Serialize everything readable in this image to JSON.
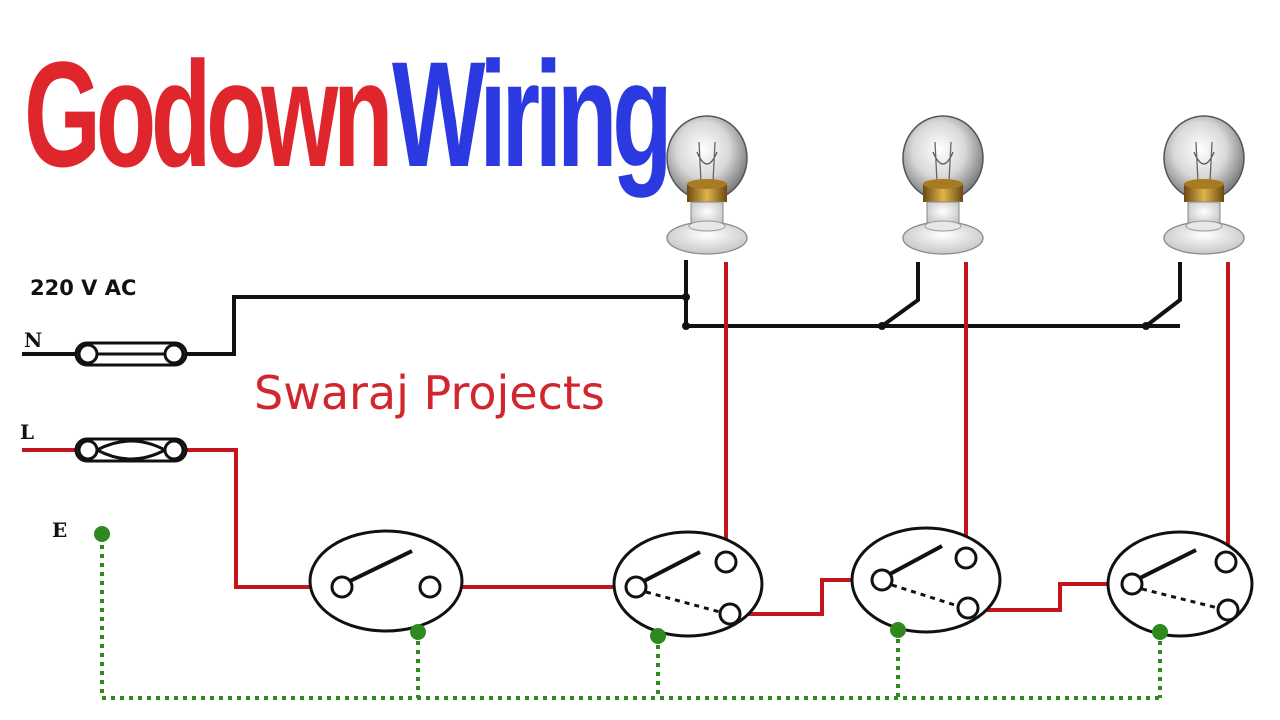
{
  "title": {
    "word1": "Godown",
    "word2": "Wiring",
    "color1": "#e0262d",
    "color2": "#2b39e0"
  },
  "supply_label": "220 V AC",
  "terminals": {
    "neutral": "N",
    "live": "L",
    "earth": "E"
  },
  "credit": {
    "text": "Swaraj Projects",
    "color": "#d0262d"
  },
  "colors": {
    "neutral_wire": "#111111",
    "live_wire": "#c4141c",
    "earth_wire": "#2f8a1e"
  },
  "components": {
    "bulbs": [
      "bulb-1",
      "bulb-2",
      "bulb-3"
    ],
    "switches": [
      "one-way-switch",
      "two-way-switch-1",
      "two-way-switch-2",
      "two-way-switch-3"
    ],
    "fuses": [
      "neutral-link",
      "live-fuse"
    ]
  }
}
